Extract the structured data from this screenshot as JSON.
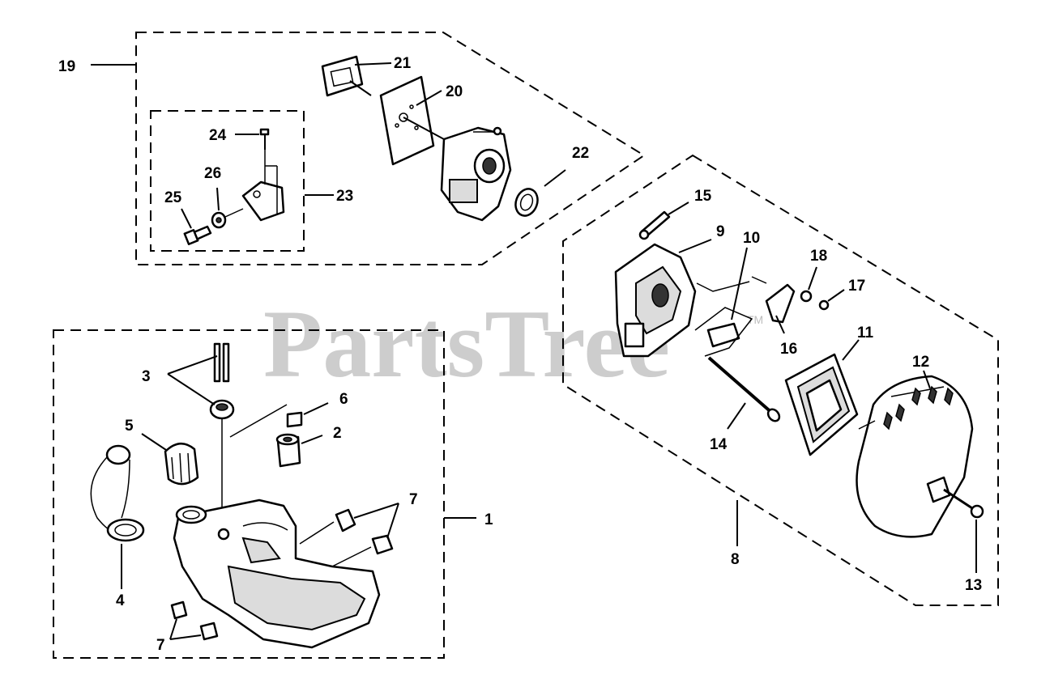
{
  "watermark": {
    "text": "PartsTree",
    "trademark": "TM"
  },
  "callouts": {
    "c1": "1",
    "c2": "2",
    "c3": "3",
    "c4": "4",
    "c5": "5",
    "c6": "6",
    "c7a": "7",
    "c7b": "7",
    "c8": "8",
    "c9": "9",
    "c10": "10",
    "c11": "11",
    "c12": "12",
    "c13": "13",
    "c14": "14",
    "c15": "15",
    "c16": "16",
    "c17": "17",
    "c18": "18",
    "c19": "19",
    "c20": "20",
    "c21": "21",
    "c22": "22",
    "c23": "23",
    "c24": "24",
    "c25": "25",
    "c26": "26"
  }
}
